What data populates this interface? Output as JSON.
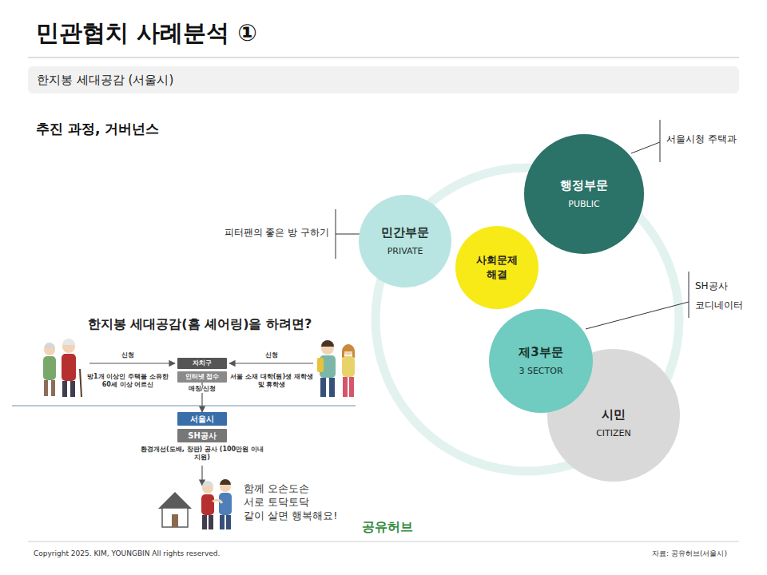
{
  "diagram": {
    "title": "민관협치 사례분석 ①",
    "nodes": [
      {
        "text": [
          "한지봉 세대공감 (서울시)"
        ]
      },
      {
        "text": [
          "행정부문",
          "PUBLIC"
        ]
      },
      {
        "text": [
          "민간부문",
          "PRIVATE"
        ]
      },
      {
        "text": [
          "사회문제 해결"
        ]
      },
      {
        "text": [
          "제3부문",
          "3 SECTOR"
        ]
      },
      {
        "text": [
          "시민",
          "CITIZEN"
        ]
      },
      {
        "text": [
          "자치구"
        ]
      },
      {
        "text": [
          "인터넷 접수"
        ]
      },
      {
        "text": [
          "서울시"
        ]
      },
      {
        "text": [
          "SH공사"
        ]
      }
    ],
    "edges": [
      {
        "from": 7,
        "to": 8,
        "arrow": "to"
      }
    ],
    "labels": [
      "추진 과정, 거버넌스",
      "서울시청 주택과",
      "피터팬의 좋은 방 구하기",
      "SH공사 코디네이터",
      "한지봉 세대공감(홈 셰어링)을 하려면?",
      "신청",
      "방1개 이상인 주택을 소유한 60세 이상 어르신",
      "신청",
      "서울 소재 대학(원)생 재학생 및 휴학생",
      "매칭/신청",
      "환경개선(도배, 장판) 공사 (100만원 이내 지원)",
      "함께 오손도손",
      "서로 토닥토닥",
      "같이 살면 행복해요!",
      "공유허브",
      "Copyright 2025. KIM, YOUNGBIN All rights reserved.",
      "자료: 공유허브(서울시)"
    ]
  }
}
